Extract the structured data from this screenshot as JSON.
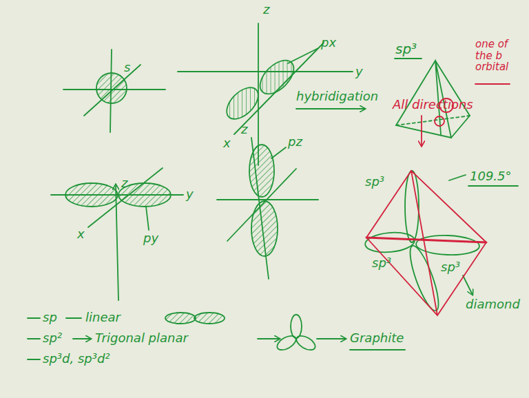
{
  "diagram": {
    "labels": [
      "s",
      "z",
      "px",
      "y",
      "x",
      "sp³",
      "one of the b orbital",
      "hybridigation",
      "z",
      "pz",
      "All directions",
      "z",
      "y",
      "x",
      "py",
      "sp³",
      "109.5°",
      "sp³",
      "sp³",
      "diamond",
      "sp",
      "linear",
      "sp²",
      "Trigonal planar",
      "Graphite",
      "sp³d, sp³d²"
    ]
  }
}
